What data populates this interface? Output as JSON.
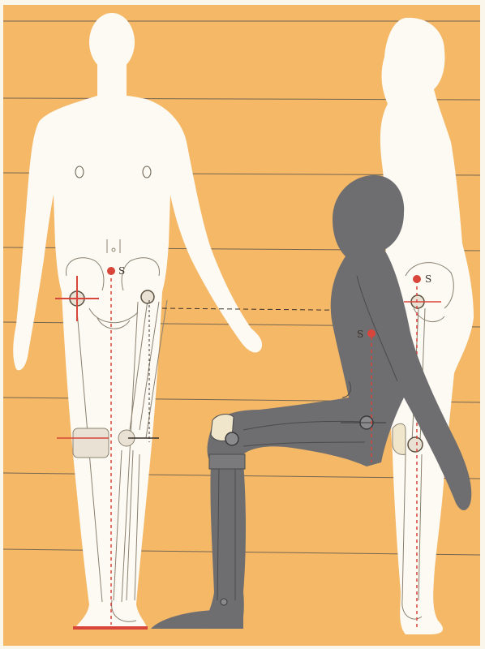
{
  "colors": {
    "background": "#f4b867",
    "page_border": "#fbf6ec",
    "figure_light": "#fdfaf4",
    "figure_dark": "#6e6e70",
    "grid_line": "#4a4a4a",
    "accent_red": "#d8453a",
    "bone_line": "#8a8070"
  },
  "labels": {
    "s_front": "S",
    "s_side": "S",
    "s_seated": "S"
  },
  "icons": {
    "joint": "hip-joint-icon",
    "knee": "knee-joint-icon"
  }
}
